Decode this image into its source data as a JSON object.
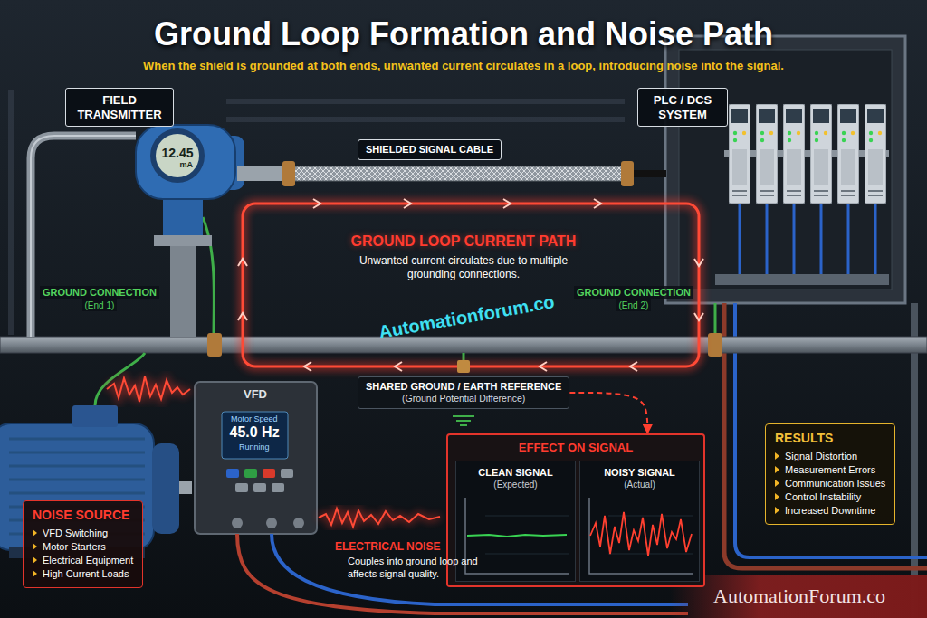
{
  "diagram": {
    "title": "Ground Loop Formation and Noise Path",
    "caption": "When the shield is grounded at both ends, unwanted current circulates in a loop, introducing noise into the signal.",
    "nodes": [
      {
        "text": [
          "FIELD TRANSMITTER"
        ]
      },
      {
        "text": [
          "PLC / DCS SYSTEM"
        ]
      },
      {
        "text": [
          "SHIELDED SIGNAL CABLE"
        ]
      },
      {
        "text": [
          "SHARED GROUND / EARTH REFERENCE",
          "(Ground Potential Difference)"
        ]
      },
      {
        "text": [
          "NOISE SOURCE",
          "VFD Switching",
          "Motor Starters",
          "Electrical Equipment",
          "High Current Loads"
        ]
      },
      {
        "text": [
          "EFFECT ON SIGNAL"
        ]
      },
      {
        "text": [
          "CLEAN SIGNAL",
          "(Expected)"
        ],
        "in": 5
      },
      {
        "text": [
          "NOISY SIGNAL",
          "(Actual)"
        ],
        "in": 5
      },
      {
        "text": [
          "RESULTS",
          "Signal Distortion",
          "Measurement Errors",
          "Communication Issues",
          "Control Instability",
          "Increased Downtime"
        ]
      }
    ],
    "edges": [
      {
        "from": 3,
        "to": 5,
        "arrow": "to"
      }
    ],
    "labels": [
      "12.45",
      "mA",
      "GROUND LOOP CURRENT PATH",
      "Unwanted current circulates due to multiple grounding connections.",
      "GROUND CONNECTION",
      "(End 1)",
      "GROUND CONNECTION",
      "(End 2)",
      "VFD",
      "Motor Speed",
      "45.0 Hz",
      "Running",
      "ELECTRICAL NOISE",
      "Couples into ground loop and affects signal quality.",
      "Automationforum.co",
      "AutomationForum.co"
    ]
  }
}
